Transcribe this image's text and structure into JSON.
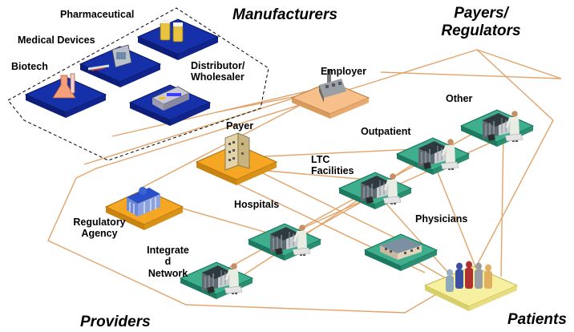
{
  "titles": {
    "manufacturers": "Manufacturers",
    "payers_regulators": "Payers/\nRegulators",
    "providers": "Providers",
    "patients": "Patients"
  },
  "manufacturers": {
    "pharmaceutical": "Pharmaceutical",
    "medical_devices": "Medical Devices",
    "biotech": "Biotech",
    "distributor": "Distributor/\nWholesaler"
  },
  "payers": {
    "employer": "Employer",
    "payer": "Payer",
    "regulatory_agency": "Regulatory\nAgency"
  },
  "providers": {
    "other": "Other",
    "outpatient": "Outpatient",
    "ltc_facilities": "LTC\nFacilities",
    "hospitals": "Hospitals",
    "physicians": "Physicians",
    "integrated_networks": "Integrate\nd\nNetwork"
  },
  "colors": {
    "manufacturer_tile": "#1530a8",
    "payer_tile": "#f5a623",
    "employer_tile": "#f7c08a",
    "provider_tile": "#3fae8c",
    "patient_tile": "#f6f0a0",
    "connector_line": "#e2a36a"
  },
  "icons": {
    "pharmaceutical": "pill-bottles-icon",
    "medical_devices": "medical-device-icon",
    "biotech": "flask-icon",
    "distributor": "server-rack-icon",
    "employer": "factory-icon",
    "payer": "office-building-icon",
    "regulatory_agency": "government-building-icon",
    "provider": "doctor-building-icon",
    "physicians": "clinic-building-icon",
    "patients": "people-icon"
  }
}
